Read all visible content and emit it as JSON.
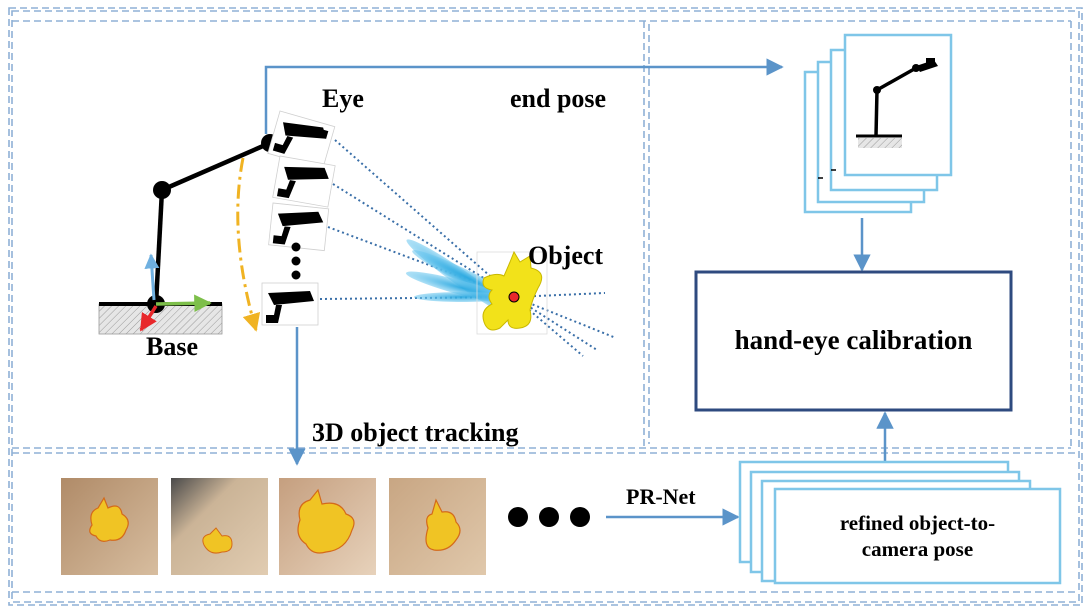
{
  "labels": {
    "eye": "Eye",
    "end_pose": "end pose",
    "object": "Object",
    "base": "Base",
    "tracking": "3D object tracking",
    "calibration": "hand-eye calibration",
    "prnet": "PR-Net",
    "refined_line1": "refined object-to-",
    "refined_line2": "camera pose"
  },
  "colors": {
    "dashed_border": "#8fb1d6",
    "flow_arrow": "#5b94c9",
    "calib_box_border": "#2e4a7f",
    "stack_border": "#7fc6e8",
    "camera_rays": "#3a6fa8",
    "camera_fan": "#29a8e0",
    "motion_arrow": "#f0b323",
    "object_fill": "#f2e21a",
    "axis_x": "#7dbf4a",
    "axis_y": "#6fb0e0",
    "axis_z": "#e8282b"
  },
  "icons": [
    "robot-arm-icon",
    "camera-icon",
    "object-cat-icon",
    "base-axes-icon"
  ]
}
